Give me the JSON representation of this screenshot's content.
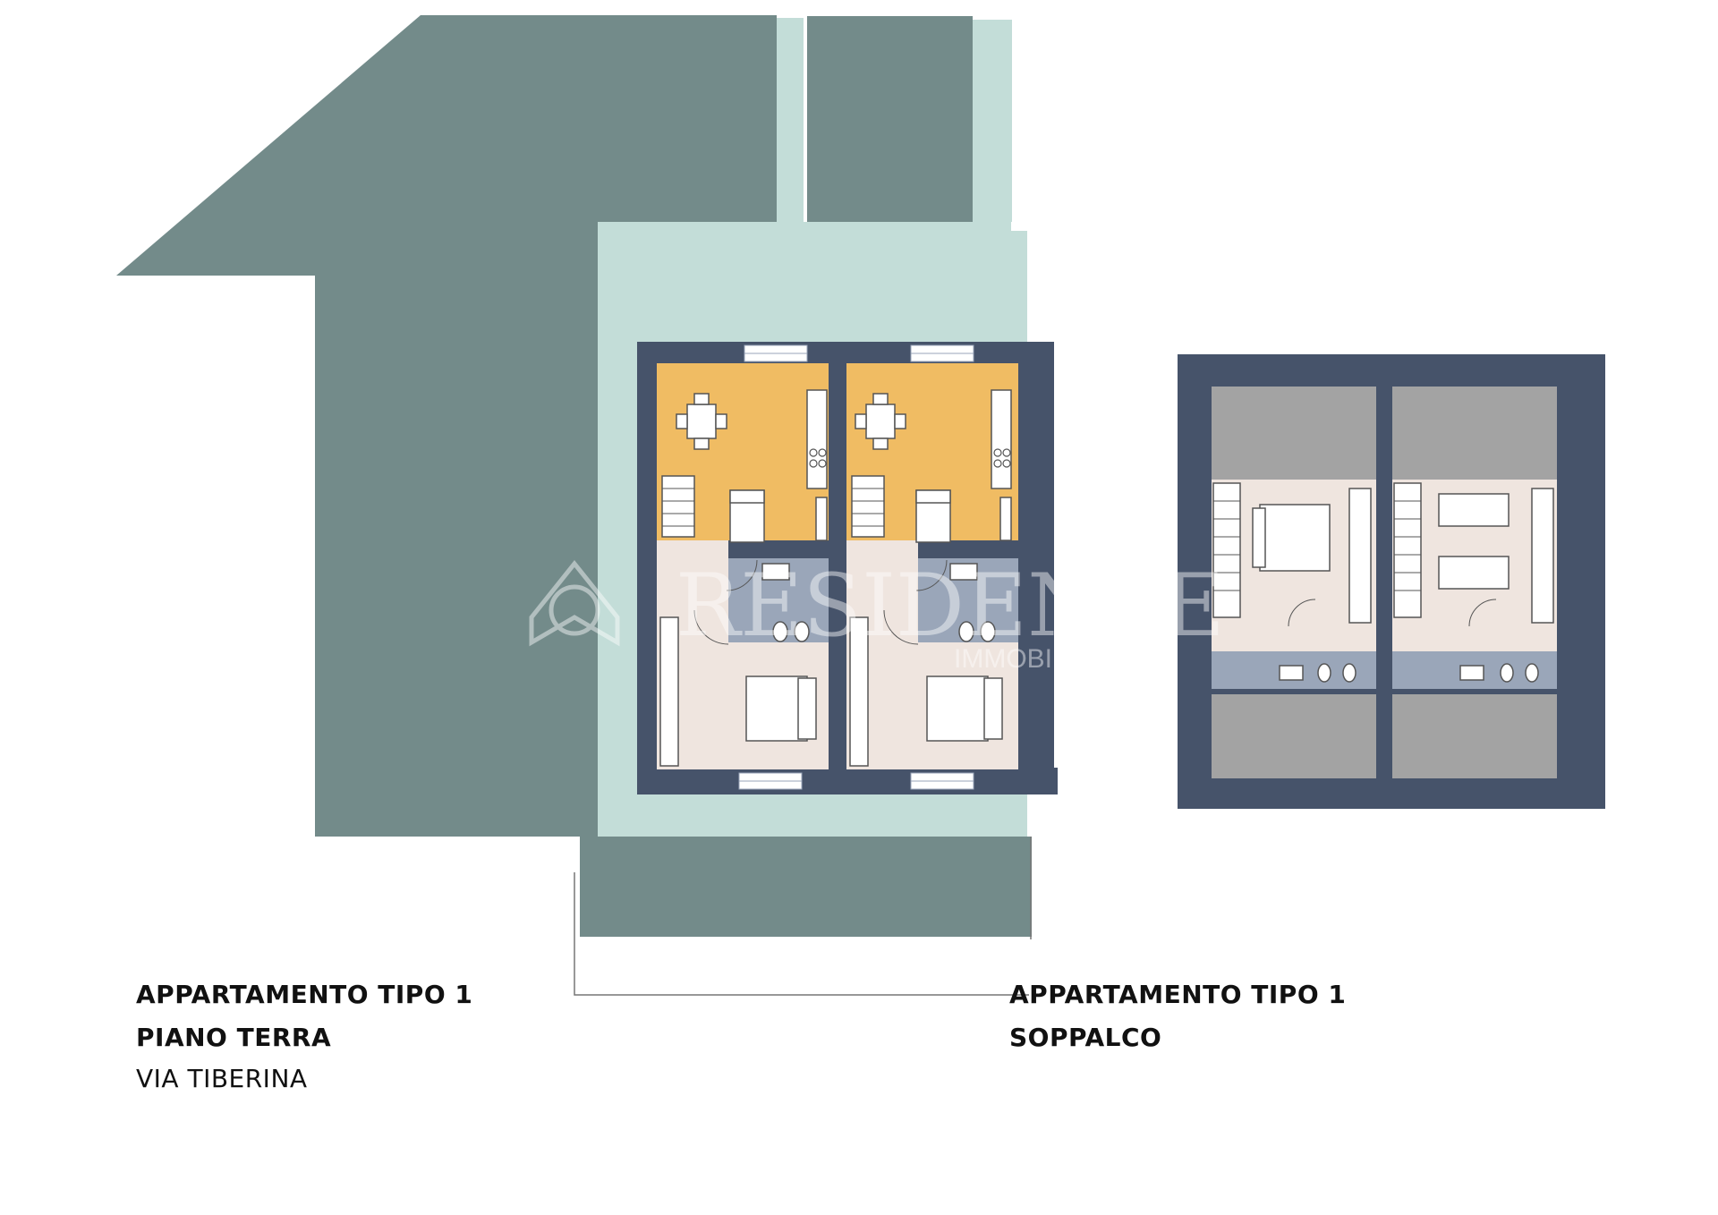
{
  "watermark": {
    "brand": "RESIDENZE",
    "sub": "IMMOBILIARE"
  },
  "ground_floor": {
    "title": "APPARTAMENTO TIPO 1",
    "level": "PIANO TERRA",
    "address": "VIA TIBERINA"
  },
  "mezzanine": {
    "title": "APPARTAMENTO TIPO 1",
    "level": "SOPPALCO"
  },
  "colors": {
    "garden_dark": "#738b8a",
    "courtyard_light": "#c3ddd8",
    "wall": "#46536a",
    "living_kitchen": "#f0bc63",
    "bedroom": "#efe5df",
    "bathroom": "#9aa6b9",
    "void_grey": "#a3a3a3"
  }
}
